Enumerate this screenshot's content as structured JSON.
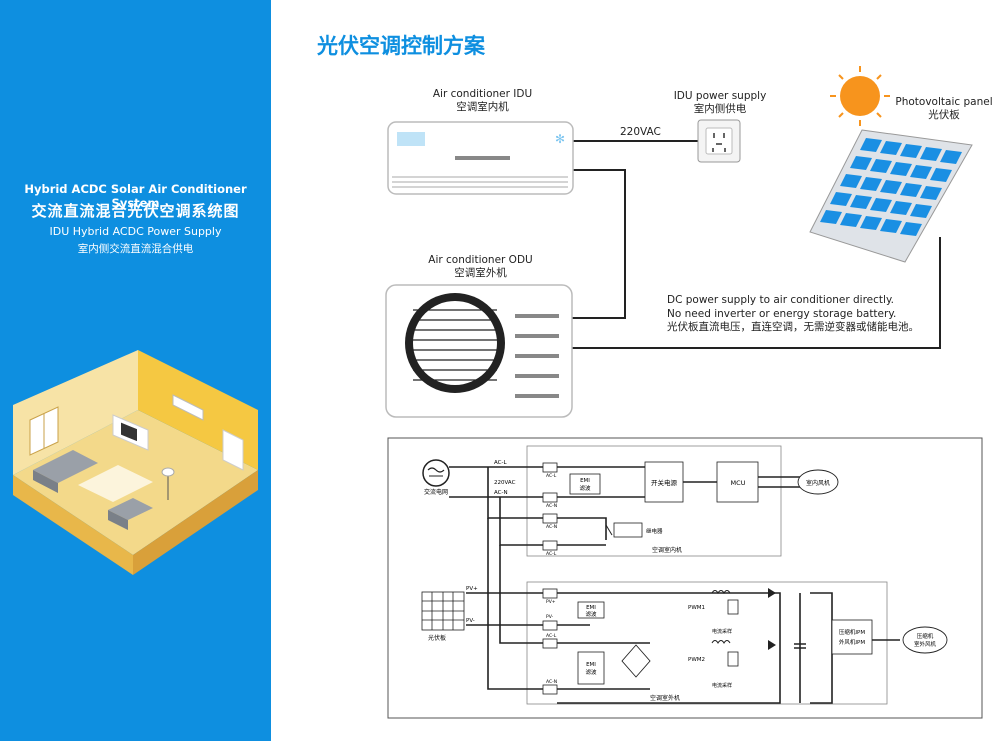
{
  "sidebar": {
    "title_en": "Hybrid ACDC Solar Air Conditioner System",
    "title_cn": "交流直流混合光伏空调系统图",
    "subtitle_en": "IDU Hybrid ACDC Power Supply",
    "subtitle_cn": "室内侧交流直流混合供电"
  },
  "main_title": "光伏空调控制方案",
  "idu": {
    "label_en": "Air conditioner IDU",
    "label_cn": "空调室内机"
  },
  "odu": {
    "label_en": "Air conditioner ODU",
    "label_cn": "空调室外机"
  },
  "power_supply": {
    "label_en": "IDU power supply",
    "label_cn": "室内侧供电"
  },
  "pv_panel": {
    "label_en": "Photovoltaic panel",
    "label_cn": "光伏板"
  },
  "voltage_label": "220VAC",
  "dc_note": {
    "line1": "DC power supply to air conditioner directly.",
    "line2": "No need inverter or energy storage battery.",
    "line3": "光伏板直流电压，直连空调，无需逆变器或储能电池。"
  },
  "circuit": {
    "grid_label": "交流电网",
    "ac_l": "AC-L",
    "ac_n": "AC-N",
    "v220": "220VAC",
    "emi": "EMI",
    "filter": "滤波",
    "switching_supply": "开关电源",
    "mcu": "MCU",
    "indoor_fan": "室内风机",
    "relay": "继电器",
    "indoor_unit": "空调室内机",
    "pv_label": "光伏板",
    "pv_plus": "PV+",
    "pv_minus": "PV-",
    "pwm1": "PWM1",
    "pwm2": "PWM2",
    "current_sense": "电流采样",
    "compressor_ipm1": "压缩机IPM",
    "compressor_ipm2": "外风机IPM",
    "compressor_out1": "压缩机",
    "compressor_out2": "室外风机",
    "outdoor_unit": "空调室外机"
  },
  "colors": {
    "accent": "#0e8fe0",
    "sun": "#f7941d",
    "panel": "#1a8fe3"
  }
}
